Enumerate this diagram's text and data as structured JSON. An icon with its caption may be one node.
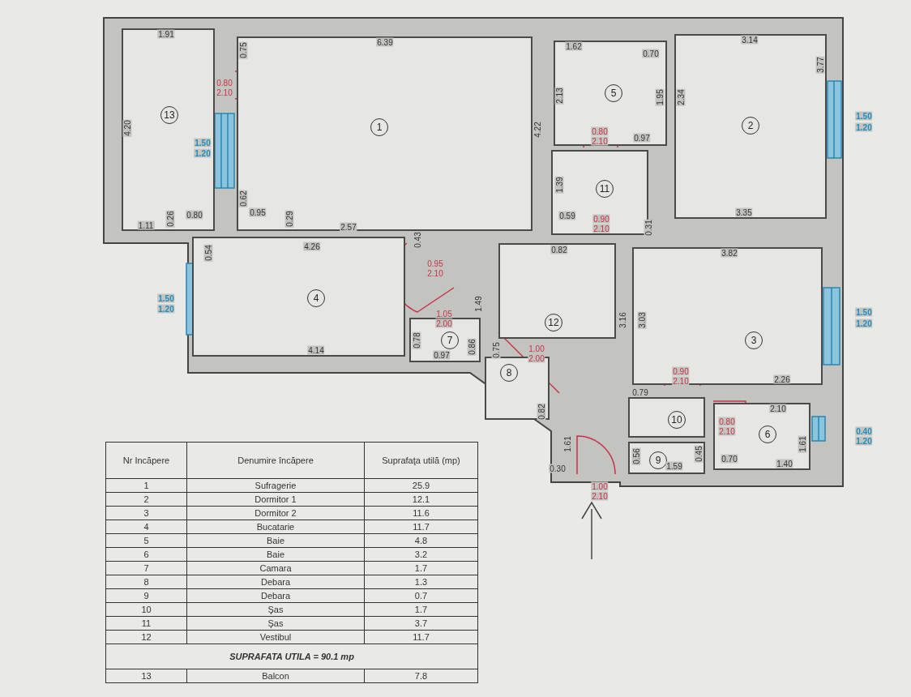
{
  "diagram": {
    "nodes": [
      {
        "text": [
          "13"
        ]
      },
      {
        "text": [
          "1"
        ]
      },
      {
        "text": [
          "5"
        ]
      },
      {
        "text": [
          "2"
        ]
      },
      {
        "text": [
          "11"
        ]
      },
      {
        "text": [
          "4"
        ]
      },
      {
        "text": [
          "7"
        ]
      },
      {
        "text": [
          "12"
        ]
      },
      {
        "text": [
          "3"
        ]
      },
      {
        "text": [
          "8"
        ]
      },
      {
        "text": [
          "10"
        ]
      },
      {
        "text": [
          "6"
        ]
      },
      {
        "text": [
          "9"
        ]
      }
    ],
    "labels": [
      "1.91",
      "0.75",
      "6.39",
      "1.62",
      "0.70",
      "3.14",
      "3.77",
      "1.50",
      "1.20",
      "4.20",
      "0.80",
      "2.10",
      "1.50",
      "1.20",
      "4.22",
      "2.13",
      "1.95",
      "2.34",
      "0.80",
      "2.10",
      "0.97",
      "1.39",
      "0.62",
      "0.95",
      "0.29",
      "0.80",
      "1.11",
      "0.26",
      "2.57",
      "0.59",
      "0.90",
      "2.10",
      "0.31",
      "3.35",
      "0.43",
      "0.82",
      "3.82",
      "0.54",
      "4.26",
      "0.95",
      "2.10",
      "1.50",
      "1.20",
      "1.49",
      "1.05",
      "2.00",
      "3.16",
      "3.03",
      "1.50",
      "1.20",
      "4.14",
      "0.78",
      "0.97",
      "0.86",
      "0.75",
      "1.00",
      "2.00",
      "0.90",
      "2.10",
      "2.26",
      "0.79",
      "2.10",
      "0.80",
      "2.10",
      "0.82",
      "1.61",
      "0.40",
      "1.20",
      "1.61",
      "0.56",
      "0.45",
      "0.70",
      "1.59",
      "1.40",
      "0.30",
      "1.00",
      "2.10",
      "Nr Incăpere",
      "Denumire încăpere",
      "Suprafaţa utilă (mp)",
      "1",
      "Sufragerie",
      "25.9",
      "2",
      "Dormitor 1",
      "12.1",
      "3",
      "Dormitor 2",
      "11.6",
      "4",
      "Bucatarie",
      "11.7",
      "5",
      "Baie",
      "4.8",
      "6",
      "Baie",
      "3.2",
      "7",
      "Camara",
      "1.7",
      "8",
      "Debara",
      "1.3",
      "9",
      "Debara",
      "0.7",
      "10",
      "Şas",
      "1.7",
      "11",
      "Şas",
      "3.7",
      "12",
      "Vestibul",
      "11.7",
      "SUPRAFATA UTILA = 90.1 mp",
      "13",
      "Balcon",
      "7.8"
    ]
  }
}
